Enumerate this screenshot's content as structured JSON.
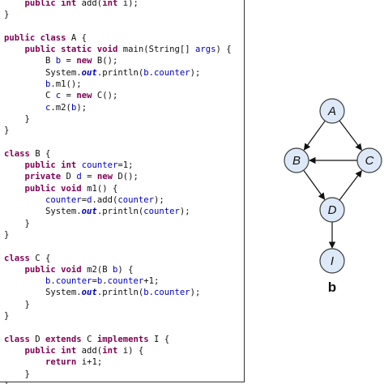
{
  "code_lines": [
    [
      {
        "t": "    "
      },
      {
        "t": "public int",
        "c": "kw"
      },
      {
        "t": " add("
      },
      {
        "t": "int",
        "c": "kw"
      },
      {
        "t": " i);"
      }
    ],
    [
      {
        "t": "}"
      }
    ],
    [
      {
        "t": ""
      }
    ],
    [
      {
        "t": "public class",
        "c": "kw"
      },
      {
        "t": " A {"
      }
    ],
    [
      {
        "t": "    "
      },
      {
        "t": "public static void",
        "c": "kw"
      },
      {
        "t": " main(String[] "
      },
      {
        "t": "args",
        "c": "var"
      },
      {
        "t": ") {"
      }
    ],
    [
      {
        "t": "        B "
      },
      {
        "t": "b",
        "c": "var"
      },
      {
        "t": " = "
      },
      {
        "t": "new",
        "c": "kw"
      },
      {
        "t": " B();"
      }
    ],
    [
      {
        "t": "        System."
      },
      {
        "t": "out",
        "c": "static-field"
      },
      {
        "t": ".println("
      },
      {
        "t": "b",
        "c": "var"
      },
      {
        "t": "."
      },
      {
        "t": "counter",
        "c": "var"
      },
      {
        "t": ");"
      }
    ],
    [
      {
        "t": "        "
      },
      {
        "t": "b",
        "c": "var"
      },
      {
        "t": ".m1();"
      }
    ],
    [
      {
        "t": "        C "
      },
      {
        "t": "c",
        "c": "var"
      },
      {
        "t": " = "
      },
      {
        "t": "new",
        "c": "kw"
      },
      {
        "t": " C();"
      }
    ],
    [
      {
        "t": "        "
      },
      {
        "t": "c",
        "c": "var"
      },
      {
        "t": ".m2("
      },
      {
        "t": "b",
        "c": "var"
      },
      {
        "t": ");"
      }
    ],
    [
      {
        "t": "    }"
      }
    ],
    [
      {
        "t": "}"
      }
    ],
    [
      {
        "t": ""
      }
    ],
    [
      {
        "t": "class",
        "c": "kw"
      },
      {
        "t": " B {"
      }
    ],
    [
      {
        "t": "    "
      },
      {
        "t": "public int",
        "c": "kw"
      },
      {
        "t": " "
      },
      {
        "t": "counter",
        "c": "var"
      },
      {
        "t": "=1;"
      }
    ],
    [
      {
        "t": "    "
      },
      {
        "t": "private",
        "c": "kw"
      },
      {
        "t": " D "
      },
      {
        "t": "d",
        "c": "var"
      },
      {
        "t": " = "
      },
      {
        "t": "new",
        "c": "kw"
      },
      {
        "t": " D();"
      }
    ],
    [
      {
        "t": "    "
      },
      {
        "t": "public void",
        "c": "kw"
      },
      {
        "t": " m1() {"
      }
    ],
    [
      {
        "t": "        "
      },
      {
        "t": "counter",
        "c": "var"
      },
      {
        "t": "="
      },
      {
        "t": "d",
        "c": "var"
      },
      {
        "t": ".add("
      },
      {
        "t": "counter",
        "c": "var"
      },
      {
        "t": ");"
      }
    ],
    [
      {
        "t": "        System."
      },
      {
        "t": "out",
        "c": "static-field"
      },
      {
        "t": ".println("
      },
      {
        "t": "counter",
        "c": "var"
      },
      {
        "t": ");"
      }
    ],
    [
      {
        "t": "    }"
      }
    ],
    [
      {
        "t": "}"
      }
    ],
    [
      {
        "t": ""
      }
    ],
    [
      {
        "t": "class",
        "c": "kw"
      },
      {
        "t": " C {"
      }
    ],
    [
      {
        "t": "    "
      },
      {
        "t": "public void",
        "c": "kw"
      },
      {
        "t": " m2(B "
      },
      {
        "t": "b",
        "c": "var"
      },
      {
        "t": ") {"
      }
    ],
    [
      {
        "t": "        "
      },
      {
        "t": "b",
        "c": "var"
      },
      {
        "t": "."
      },
      {
        "t": "counter",
        "c": "var"
      },
      {
        "t": "="
      },
      {
        "t": "b",
        "c": "var"
      },
      {
        "t": "."
      },
      {
        "t": "counter",
        "c": "var"
      },
      {
        "t": "+1;"
      }
    ],
    [
      {
        "t": "        System."
      },
      {
        "t": "out",
        "c": "static-field"
      },
      {
        "t": ".println("
      },
      {
        "t": "b",
        "c": "var"
      },
      {
        "t": "."
      },
      {
        "t": "counter",
        "c": "var"
      },
      {
        "t": ");"
      }
    ],
    [
      {
        "t": "    }"
      }
    ],
    [
      {
        "t": "}"
      }
    ],
    [
      {
        "t": ""
      }
    ],
    [
      {
        "t": "class",
        "c": "kw"
      },
      {
        "t": " D "
      },
      {
        "t": "extends",
        "c": "kw"
      },
      {
        "t": " C "
      },
      {
        "t": "implements",
        "c": "kw"
      },
      {
        "t": " I {"
      }
    ],
    [
      {
        "t": "    "
      },
      {
        "t": "public int",
        "c": "kw"
      },
      {
        "t": " add("
      },
      {
        "t": "int",
        "c": "kw"
      },
      {
        "t": " i) {"
      }
    ],
    [
      {
        "t": "        "
      },
      {
        "t": "return",
        "c": "kw"
      },
      {
        "t": " i+1;"
      }
    ],
    [
      {
        "t": "    }"
      }
    ],
    [
      {
        "t": "}"
      }
    ]
  ],
  "graph": {
    "nodes": [
      {
        "id": "A",
        "label": "A"
      },
      {
        "id": "B",
        "label": "B"
      },
      {
        "id": "C",
        "label": "C"
      },
      {
        "id": "D",
        "label": "D"
      },
      {
        "id": "I",
        "label": "I"
      }
    ],
    "edges": [
      {
        "from": "A",
        "to": "B"
      },
      {
        "from": "A",
        "to": "C"
      },
      {
        "from": "C",
        "to": "B"
      },
      {
        "from": "B",
        "to": "D"
      },
      {
        "from": "D",
        "to": "C"
      },
      {
        "from": "D",
        "to": "I"
      }
    ],
    "panel_label": "b"
  },
  "colors": {
    "node_fill": "#dde9f7",
    "node_stroke": "#3c3c3c",
    "keyword": "#7f0055",
    "variable": "#0000c0"
  }
}
